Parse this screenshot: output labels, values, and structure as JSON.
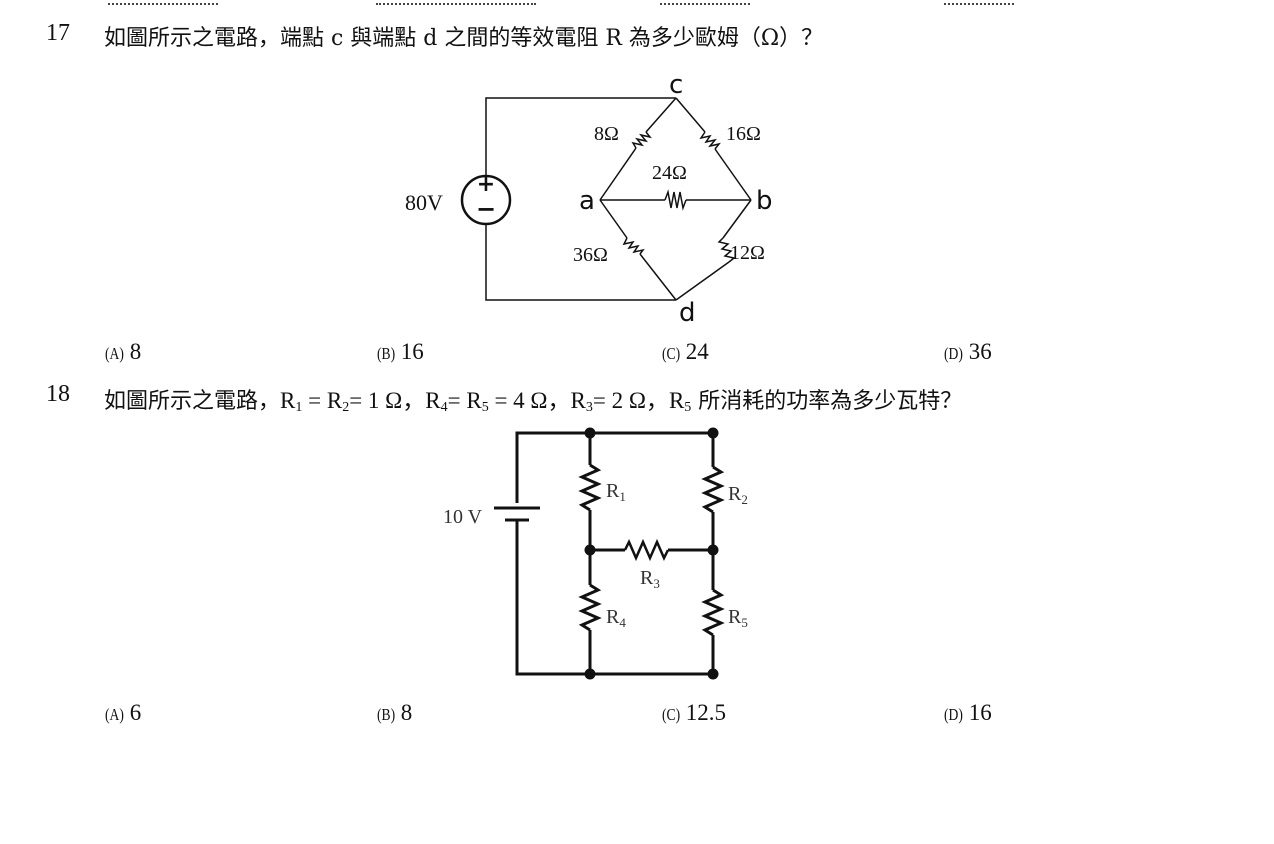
{
  "questions": [
    {
      "number": "17",
      "text": "如圖所示之電路，端點 c 與端點 d 之間的等效電阻 R 為多少歐姆（Ω）？",
      "circuit": {
        "source_label": "80V",
        "plus": "+",
        "minus": "−",
        "node_c": "c",
        "node_a": "a",
        "node_b": "b",
        "node_d": "d",
        "r_ca": "8Ω",
        "r_cb": "16Ω",
        "r_ab": "24Ω",
        "r_ad": "36Ω",
        "r_bd": "12Ω"
      },
      "options": [
        {
          "label": "(A)",
          "value": "8"
        },
        {
          "label": "(B)",
          "value": "16"
        },
        {
          "label": "(C)",
          "value": "24"
        },
        {
          "label": "(D)",
          "value": "36"
        }
      ]
    },
    {
      "number": "18",
      "text_parts": {
        "intro": "如圖所示之電路，",
        "r1": "R",
        "r1_sub": "1",
        "eq1": " = ",
        "r2": "R",
        "r2_sub": "2",
        "v1": "= 1 Ω，",
        "r4": "R",
        "r4_sub": "4",
        "eq2": "= ",
        "r5": "R",
        "r5_sub": "5",
        "v2": " = 4 Ω，",
        "r3": "R",
        "r3_sub": "3",
        "v3": "= 2 Ω，",
        "r5b": "R",
        "r5b_sub": "5",
        "tail": " 所消耗的功率為多少瓦特？"
      },
      "circuit": {
        "source_label": "10 V",
        "r1": "R",
        "r1_sub": "1",
        "r2": "R",
        "r2_sub": "2",
        "r3": "R",
        "r3_sub": "3",
        "r4": "R",
        "r4_sub": "4",
        "r5": "R",
        "r5_sub": "5"
      },
      "options": [
        {
          "label": "(A)",
          "value": "6"
        },
        {
          "label": "(B)",
          "value": "8"
        },
        {
          "label": "(C)",
          "value": "12.5"
        },
        {
          "label": "(D)",
          "value": "16"
        }
      ]
    }
  ]
}
